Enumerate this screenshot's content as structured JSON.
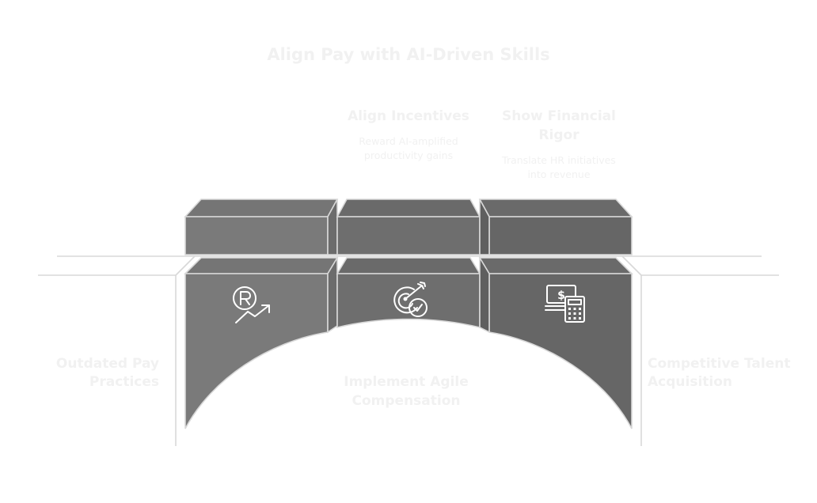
{
  "diagram": {
    "title": "Align Pay with AI-Driven Skills",
    "steps": [
      {
        "title_lines": [
          "Align Incentives"
        ],
        "desc_lines": [
          "Reward AI-amplified",
          "productivity gains"
        ],
        "icon": "target-check-icon"
      },
      {
        "title_lines": [
          "Show Financial",
          "Rigor"
        ],
        "desc_lines": [
          "Translate HR initiatives",
          "into revenue"
        ],
        "icon": "money-calculator-icon"
      }
    ],
    "first_icon": "registered-growth-icon",
    "left_label_lines": [
      "Outdated Pay",
      "Practices"
    ],
    "center_label_lines": [
      "Implement Agile",
      "Compensation"
    ],
    "right_label_lines": [
      "Competitive Talent",
      "Acquisition"
    ],
    "colors": {
      "block_light": "#7a7a7a",
      "block_mid": "#6e6e6e",
      "block_dark": "#666666",
      "block_top": "#757575",
      "outline": "#d8d8d8",
      "icon_stroke": "#ffffff",
      "faint_text": "#f1f1f1"
    }
  }
}
